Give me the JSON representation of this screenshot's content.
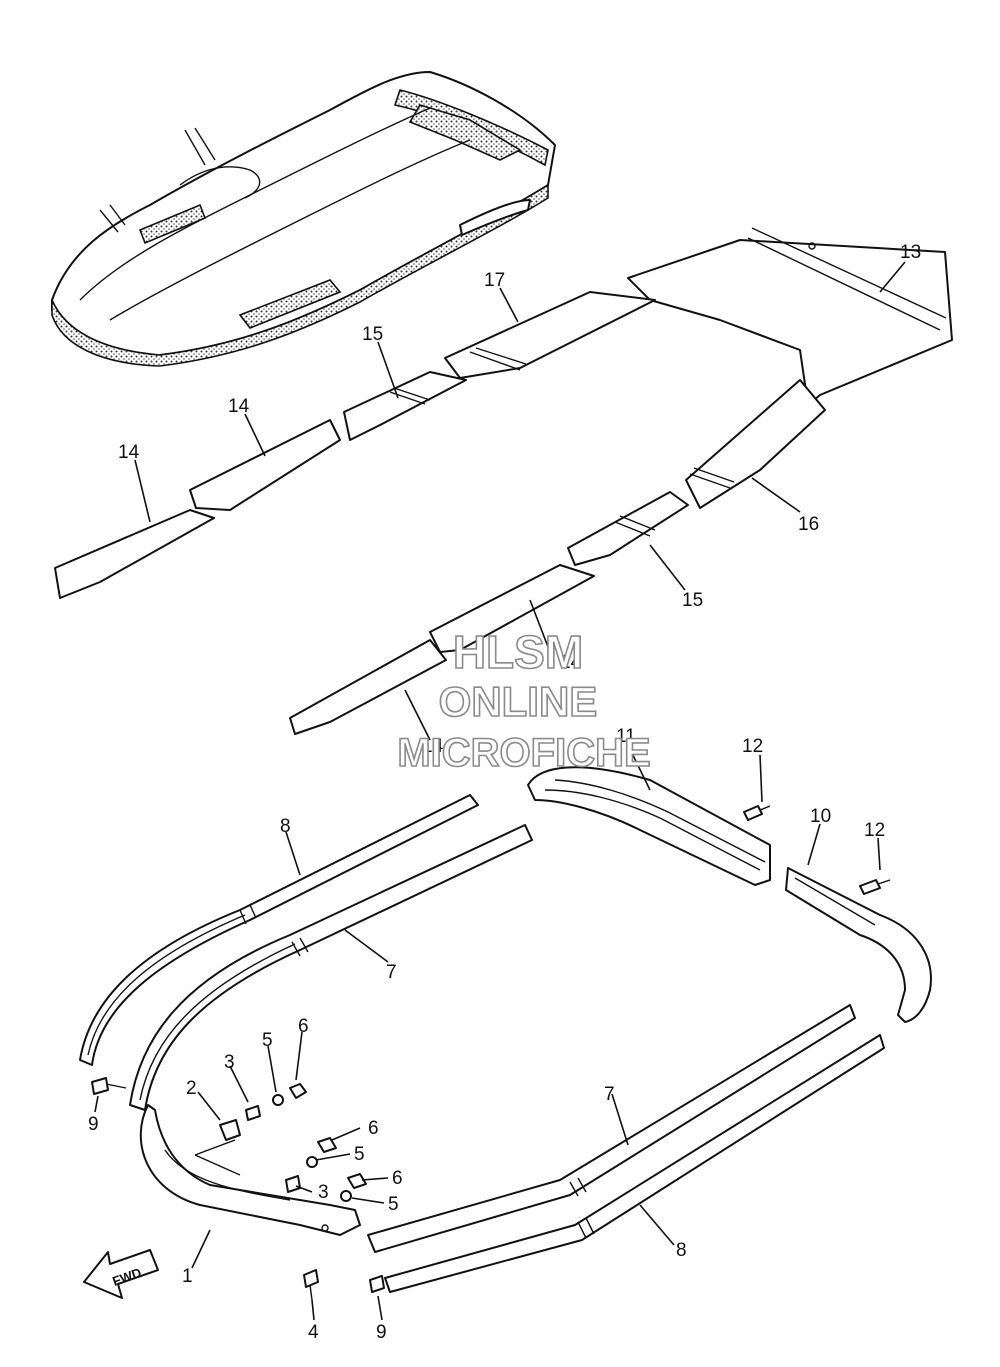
{
  "callouts": [
    {
      "id": "c13",
      "text": "13"
    },
    {
      "id": "c17",
      "text": "17"
    },
    {
      "id": "c15a",
      "text": "15"
    },
    {
      "id": "c14a",
      "text": "14"
    },
    {
      "id": "c14b",
      "text": "14"
    },
    {
      "id": "c16",
      "text": "16"
    },
    {
      "id": "c15b",
      "text": "15"
    },
    {
      "id": "c14c",
      "text": "14"
    },
    {
      "id": "c14d",
      "text": "14"
    },
    {
      "id": "c11",
      "text": "11"
    },
    {
      "id": "c12a",
      "text": "12"
    },
    {
      "id": "c10",
      "text": "10"
    },
    {
      "id": "c12b",
      "text": "12"
    },
    {
      "id": "c8a",
      "text": "8"
    },
    {
      "id": "c7a",
      "text": "7"
    },
    {
      "id": "c6a",
      "text": "6"
    },
    {
      "id": "c5a",
      "text": "5"
    },
    {
      "id": "c3a",
      "text": "3"
    },
    {
      "id": "c2",
      "text": "2"
    },
    {
      "id": "c9a",
      "text": "9"
    },
    {
      "id": "c6b",
      "text": "6"
    },
    {
      "id": "c5b",
      "text": "5"
    },
    {
      "id": "c6c",
      "text": "6"
    },
    {
      "id": "c3b",
      "text": "3"
    },
    {
      "id": "c5c",
      "text": "5"
    },
    {
      "id": "c7b",
      "text": "7"
    },
    {
      "id": "c8b",
      "text": "8"
    },
    {
      "id": "c1",
      "text": "1"
    },
    {
      "id": "c4",
      "text": "4"
    },
    {
      "id": "c9b",
      "text": "9"
    }
  ],
  "watermark": {
    "line1": "HLSM",
    "line2": "ONLINE",
    "line3": "MICROFICHE"
  },
  "direction_arrow": {
    "label": "FWD"
  },
  "colors": {
    "ink": "#111111",
    "background": "#ffffff",
    "watermark_outline": "#8a8a8a"
  }
}
